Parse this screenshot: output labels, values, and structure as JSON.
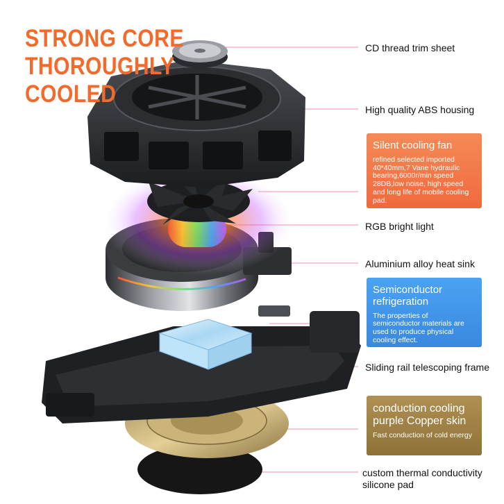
{
  "headline": [
    "STRONG CORE",
    "THOROUGHLY",
    "COOLED"
  ],
  "labels": {
    "cd_trim": "CD thread trim sheet",
    "abs_housing": "High quality ABS housing",
    "rgb_light": "RGB bright light",
    "heat_sink": "Aluminium alloy heat sink",
    "sliding_rail": "Sliding rail telescoping frame",
    "silicone_pad": "custom thermal conductivity silicone pad"
  },
  "feature_boxes": {
    "fan": {
      "title": "Silent cooling fan",
      "description": "refined selected imported 40*40mm,7 Vane hydraulic bearing,6000r/min speed 28DB,low noise, high speed and long life of mobile cooling pad."
    },
    "semiconductor": {
      "title": "Semiconductor refrigeration",
      "description": "The properties of semiconductor materials are used to produce physical cooling effect."
    },
    "copper": {
      "title": "conduction cooling purple Copper skin",
      "description": "Fast conduction of cold energy"
    }
  },
  "colors": {
    "headline": "#f36a2a",
    "leader_line": "#f08cb0",
    "fan_box": "#ef6a3d",
    "semiconductor_box": "#3988e0",
    "copper_box": "#8f7237"
  }
}
